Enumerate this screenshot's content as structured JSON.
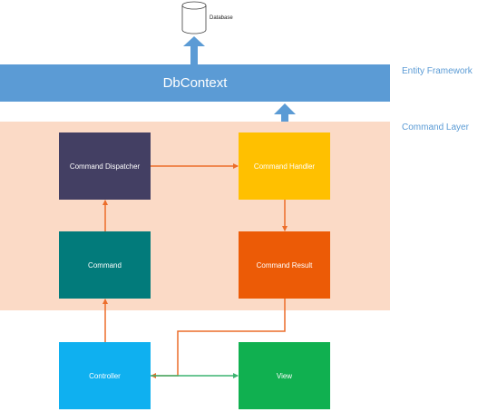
{
  "database": {
    "label": "Database"
  },
  "layers": {
    "entity_framework": {
      "title": "DbContext",
      "side_label": "Entity Framework",
      "color": "#5b9bd5"
    },
    "command": {
      "side_label": "Command Layer",
      "color": "#fbdac6"
    }
  },
  "boxes": {
    "command_dispatcher": {
      "label": "Command Dispatcher",
      "color": "#433f63"
    },
    "command_handler": {
      "label": "Command Handler",
      "color": "#ffc000"
    },
    "command": {
      "label": "Command",
      "color": "#027b7b"
    },
    "command_result": {
      "label": "Command Result",
      "color": "#ec5b06"
    },
    "controller": {
      "label": "Controller",
      "color": "#0fb0f0"
    },
    "view": {
      "label": "View",
      "color": "#10b050"
    }
  },
  "colors": {
    "flow_arrow": "#ec6d2a",
    "view_arrow": "#3cb371",
    "block_arrow": "#5b9bd5"
  }
}
